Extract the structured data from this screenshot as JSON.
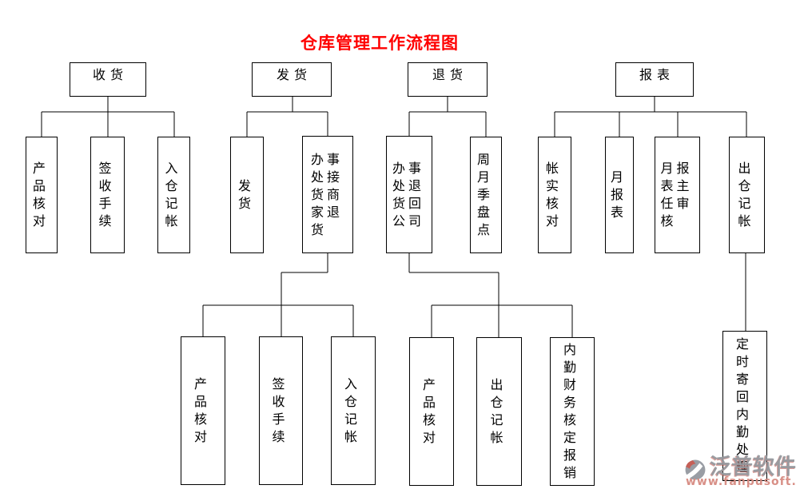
{
  "title": {
    "text": "仓库管理工作流程图",
    "color": "#ff0000"
  },
  "diagram": {
    "nodes": [
      {
        "id": "shouhuo",
        "text": "收货",
        "kind": "header"
      },
      {
        "id": "fahuo",
        "text": "发货",
        "kind": "header"
      },
      {
        "id": "tuihuo",
        "text": "退货",
        "kind": "header"
      },
      {
        "id": "baobiao",
        "text": "报表",
        "kind": "header"
      },
      {
        "id": "chanpin1",
        "text": "产品核对",
        "cols": 1
      },
      {
        "id": "qianshou1",
        "text": "签收手续",
        "cols": 1
      },
      {
        "id": "rucang1",
        "text": "入仓　记帐",
        "cols": 1
      },
      {
        "id": "fahuo2",
        "text": "发　　货",
        "cols": 1
      },
      {
        "id": "jiehuo",
        "text": "办事处接货商家退货",
        "cols": 2
      },
      {
        "id": "tuihui",
        "text": "办事处退货回公司",
        "cols": 2
      },
      {
        "id": "zhouyueji",
        "text": "周月季盘点",
        "cols": 1
      },
      {
        "id": "zhangshi",
        "text": "帐实核对",
        "cols": 1
      },
      {
        "id": "yuebao",
        "text": "月报表",
        "cols": 1
      },
      {
        "id": "zhuren",
        "text": "月报表主任审核",
        "cols": 2
      },
      {
        "id": "chucang1",
        "text": "出仓　　记帐",
        "cols": 1
      },
      {
        "id": "chanpin2",
        "text": "产品核对",
        "cols": 1
      },
      {
        "id": "qianshou2",
        "text": "签收手续",
        "cols": 1
      },
      {
        "id": "rucang2",
        "text": "入仓　记帐",
        "cols": 1
      },
      {
        "id": "chanpin3",
        "text": "产品核对",
        "cols": 1
      },
      {
        "id": "chucang2",
        "text": "出仓　记帐",
        "cols": 1
      },
      {
        "id": "neiqin",
        "text": "内勤财务核定报销",
        "cols": 1
      },
      {
        "id": "dingshi",
        "text": "定时寄回内勤处理",
        "cols": 1
      }
    ],
    "edges": [
      [
        "shouhuo",
        "chanpin1"
      ],
      [
        "shouhuo",
        "qianshou1"
      ],
      [
        "shouhuo",
        "rucang1"
      ],
      [
        "fahuo",
        "fahuo2"
      ],
      [
        "fahuo",
        "jiehuo"
      ],
      [
        "jiehuo",
        "chanpin2"
      ],
      [
        "jiehuo",
        "qianshou2"
      ],
      [
        "jiehuo",
        "rucang2"
      ],
      [
        "tuihuo",
        "tuihui"
      ],
      [
        "tuihuo",
        "zhouyueji"
      ],
      [
        "tuihui",
        "chanpin3"
      ],
      [
        "tuihui",
        "chucang2"
      ],
      [
        "tuihui",
        "neiqin"
      ],
      [
        "baobiao",
        "zhangshi"
      ],
      [
        "baobiao",
        "yuebao"
      ],
      [
        "baobiao",
        "zhuren"
      ],
      [
        "baobiao",
        "chucang1"
      ],
      [
        "chucang1",
        "dingshi"
      ]
    ],
    "line_color": "#000000",
    "box_border_color": "#000000",
    "box_fill_color": "#ffffff"
  },
  "watermark": {
    "brand": "泛普软件",
    "url": "www.fanpusoft.com",
    "brand_color": "#94999e",
    "accent_color": "#c04e45",
    "url_color": "#d68980"
  }
}
